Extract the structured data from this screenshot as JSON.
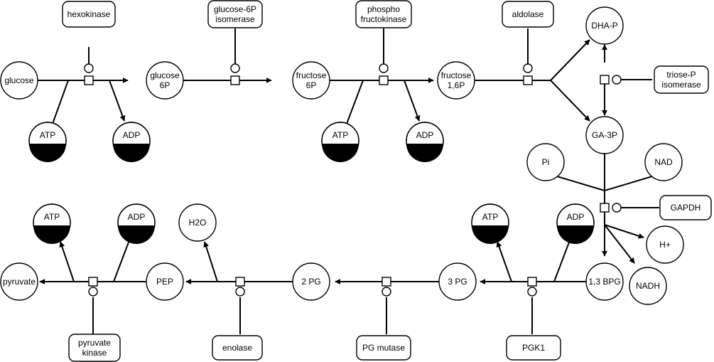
{
  "pathway": {
    "metabolites": {
      "glucose": "glucose",
      "glucose_6p": [
        "glucose",
        "6P"
      ],
      "fructose_6p": [
        "fructose",
        "6P"
      ],
      "fructose_16p": [
        "fructose",
        "1,6P"
      ],
      "dhap": "DHA-P",
      "ga3p": "GA-3P",
      "pi": "Pi",
      "nad": "NAD",
      "hplus": "H+",
      "nadh": "NADH",
      "bpg13": "1,3 BPG",
      "pg3": "3 PG",
      "pg2": "2 PG",
      "pep": "PEP",
      "pyruvate": "pyruvate",
      "h2o": "H2O"
    },
    "cofactors": {
      "atp": "ATP",
      "adp": "ADP"
    },
    "enzymes": {
      "hexokinase": [
        "hexokinase"
      ],
      "g6p_isomerase": [
        "glucose-6P",
        "isomerase"
      ],
      "pfk": [
        "phospho",
        "fructokinase"
      ],
      "aldolase": [
        "aldolase"
      ],
      "tpi": [
        "triose-P",
        "isomerase"
      ],
      "gapdh": [
        "GAPDH"
      ],
      "pgk1": [
        "PGK1"
      ],
      "pg_mutase": [
        "PG mutase"
      ],
      "enolase": [
        "enolase"
      ],
      "pyruvate_kinase": [
        "pyruvate",
        "kinase"
      ]
    }
  }
}
